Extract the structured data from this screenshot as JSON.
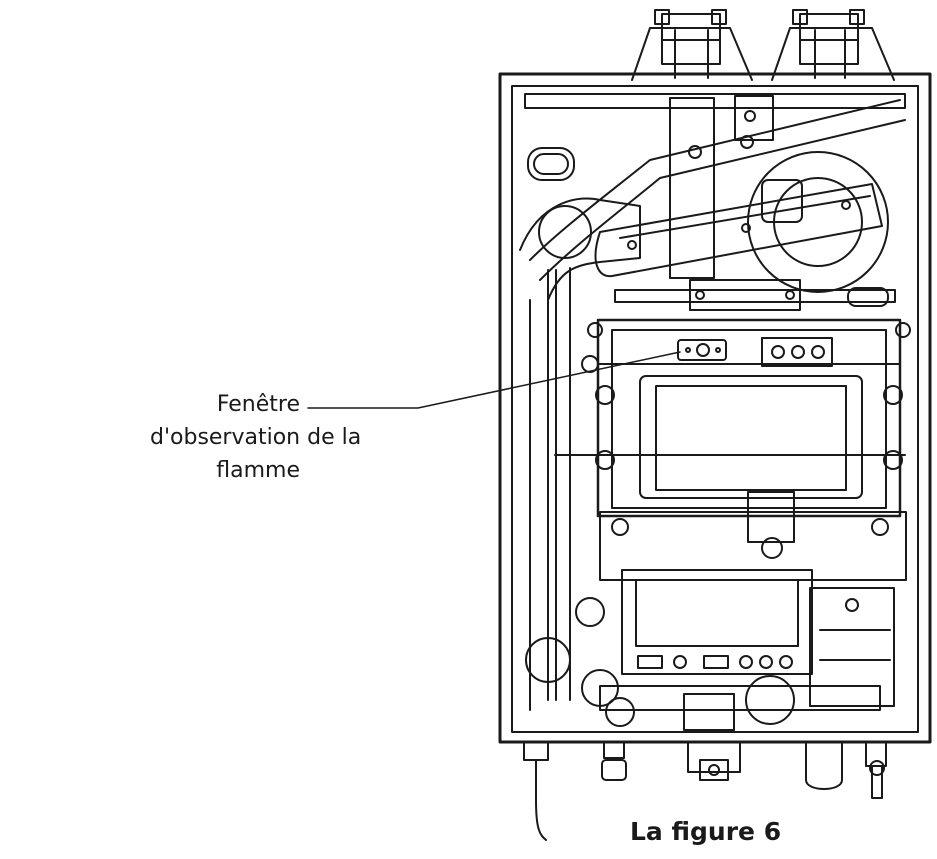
{
  "callout": {
    "line1": "Fenêtre",
    "line2": "d'observation de la",
    "line3": "flamme"
  },
  "caption": "La figure 6",
  "colors": {
    "line": "#1a1a1a",
    "background": "#ffffff"
  }
}
